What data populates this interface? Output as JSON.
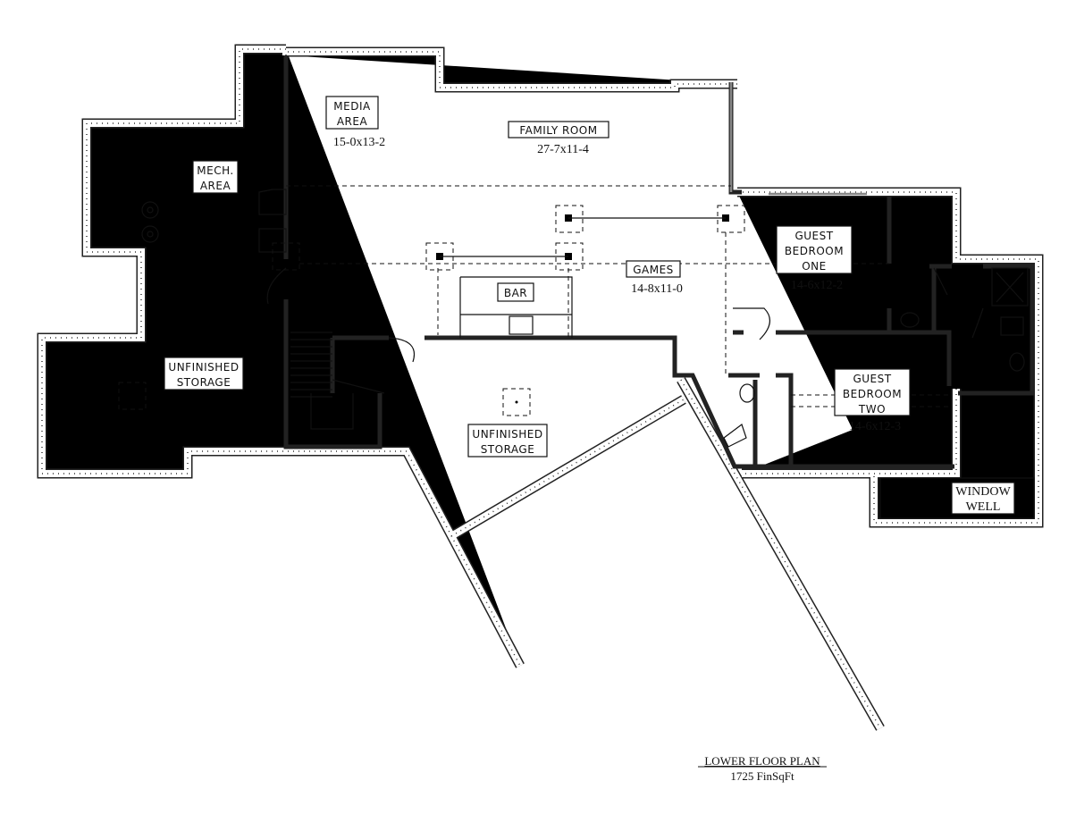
{
  "plan": {
    "title": "LOWER FLOOR PLAN",
    "area": "1725 FinSqFt"
  },
  "rooms": {
    "media": {
      "name_line1": "MEDIA",
      "name_line2": "AREA",
      "size": "15-0x13-2"
    },
    "family": {
      "name": "FAMILY ROOM",
      "size": "27-7x11-4"
    },
    "mech": {
      "name_line1": "MECH.",
      "name_line2": "AREA"
    },
    "games": {
      "name": "GAMES",
      "size": "14-8x11-0"
    },
    "bar": {
      "name": "BAR"
    },
    "storage_left": {
      "name_line1": "UNFINISHED",
      "name_line2": "STORAGE"
    },
    "storage_center": {
      "name_line1": "UNFINISHED",
      "name_line2": "STORAGE"
    },
    "guest_one": {
      "name_line1": "GUEST",
      "name_line2": "BEDROOM",
      "name_line3": "ONE",
      "size": "14-6x12-2"
    },
    "guest_two": {
      "name_line1": "GUEST",
      "name_line2": "BEDROOM",
      "name_line3": "TWO",
      "size": "14-6x12-3"
    },
    "window_well": {
      "name_line1": "WINDOW",
      "name_line2": "WELL"
    }
  }
}
